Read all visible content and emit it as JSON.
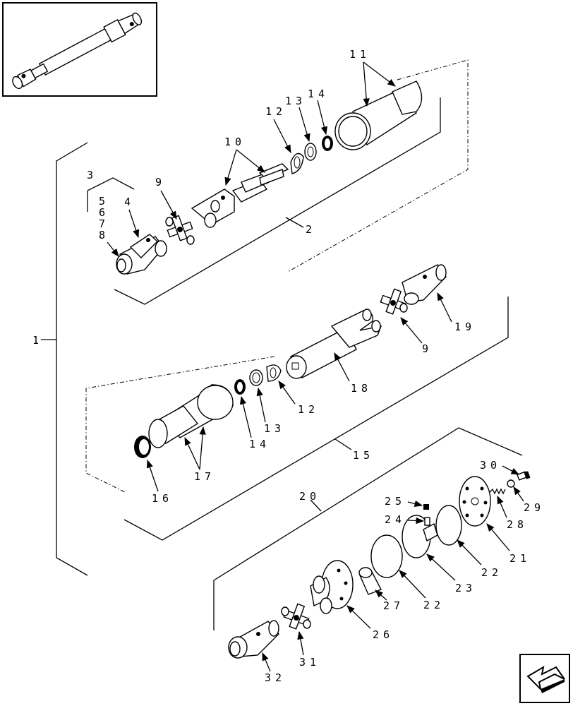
{
  "callouts": {
    "c1": "1",
    "c2": "2",
    "c3": "3",
    "c4": "4",
    "c5": "5",
    "c6": "6",
    "c7": "7",
    "c8": "8",
    "c9a": "9",
    "c9b": "9",
    "c10": "10",
    "c11": "11",
    "c12a": "12",
    "c12b": "12",
    "c13a": "13",
    "c13b": "13",
    "c14a": "14",
    "c14b": "14",
    "c15": "15",
    "c16": "16",
    "c17": "17",
    "c18": "18",
    "c19": "19",
    "c20": "20",
    "c21": "21",
    "c22a": "22",
    "c22b": "22",
    "c23": "23",
    "c24": "24",
    "c25": "25",
    "c26": "26",
    "c27": "27",
    "c28": "28",
    "c29": "29",
    "c30": "30",
    "c31": "31",
    "c32": "32"
  },
  "icons": {
    "thumbnail": "assembled-driveshaft-thumbnail",
    "nav": "back-arrow-icon"
  }
}
